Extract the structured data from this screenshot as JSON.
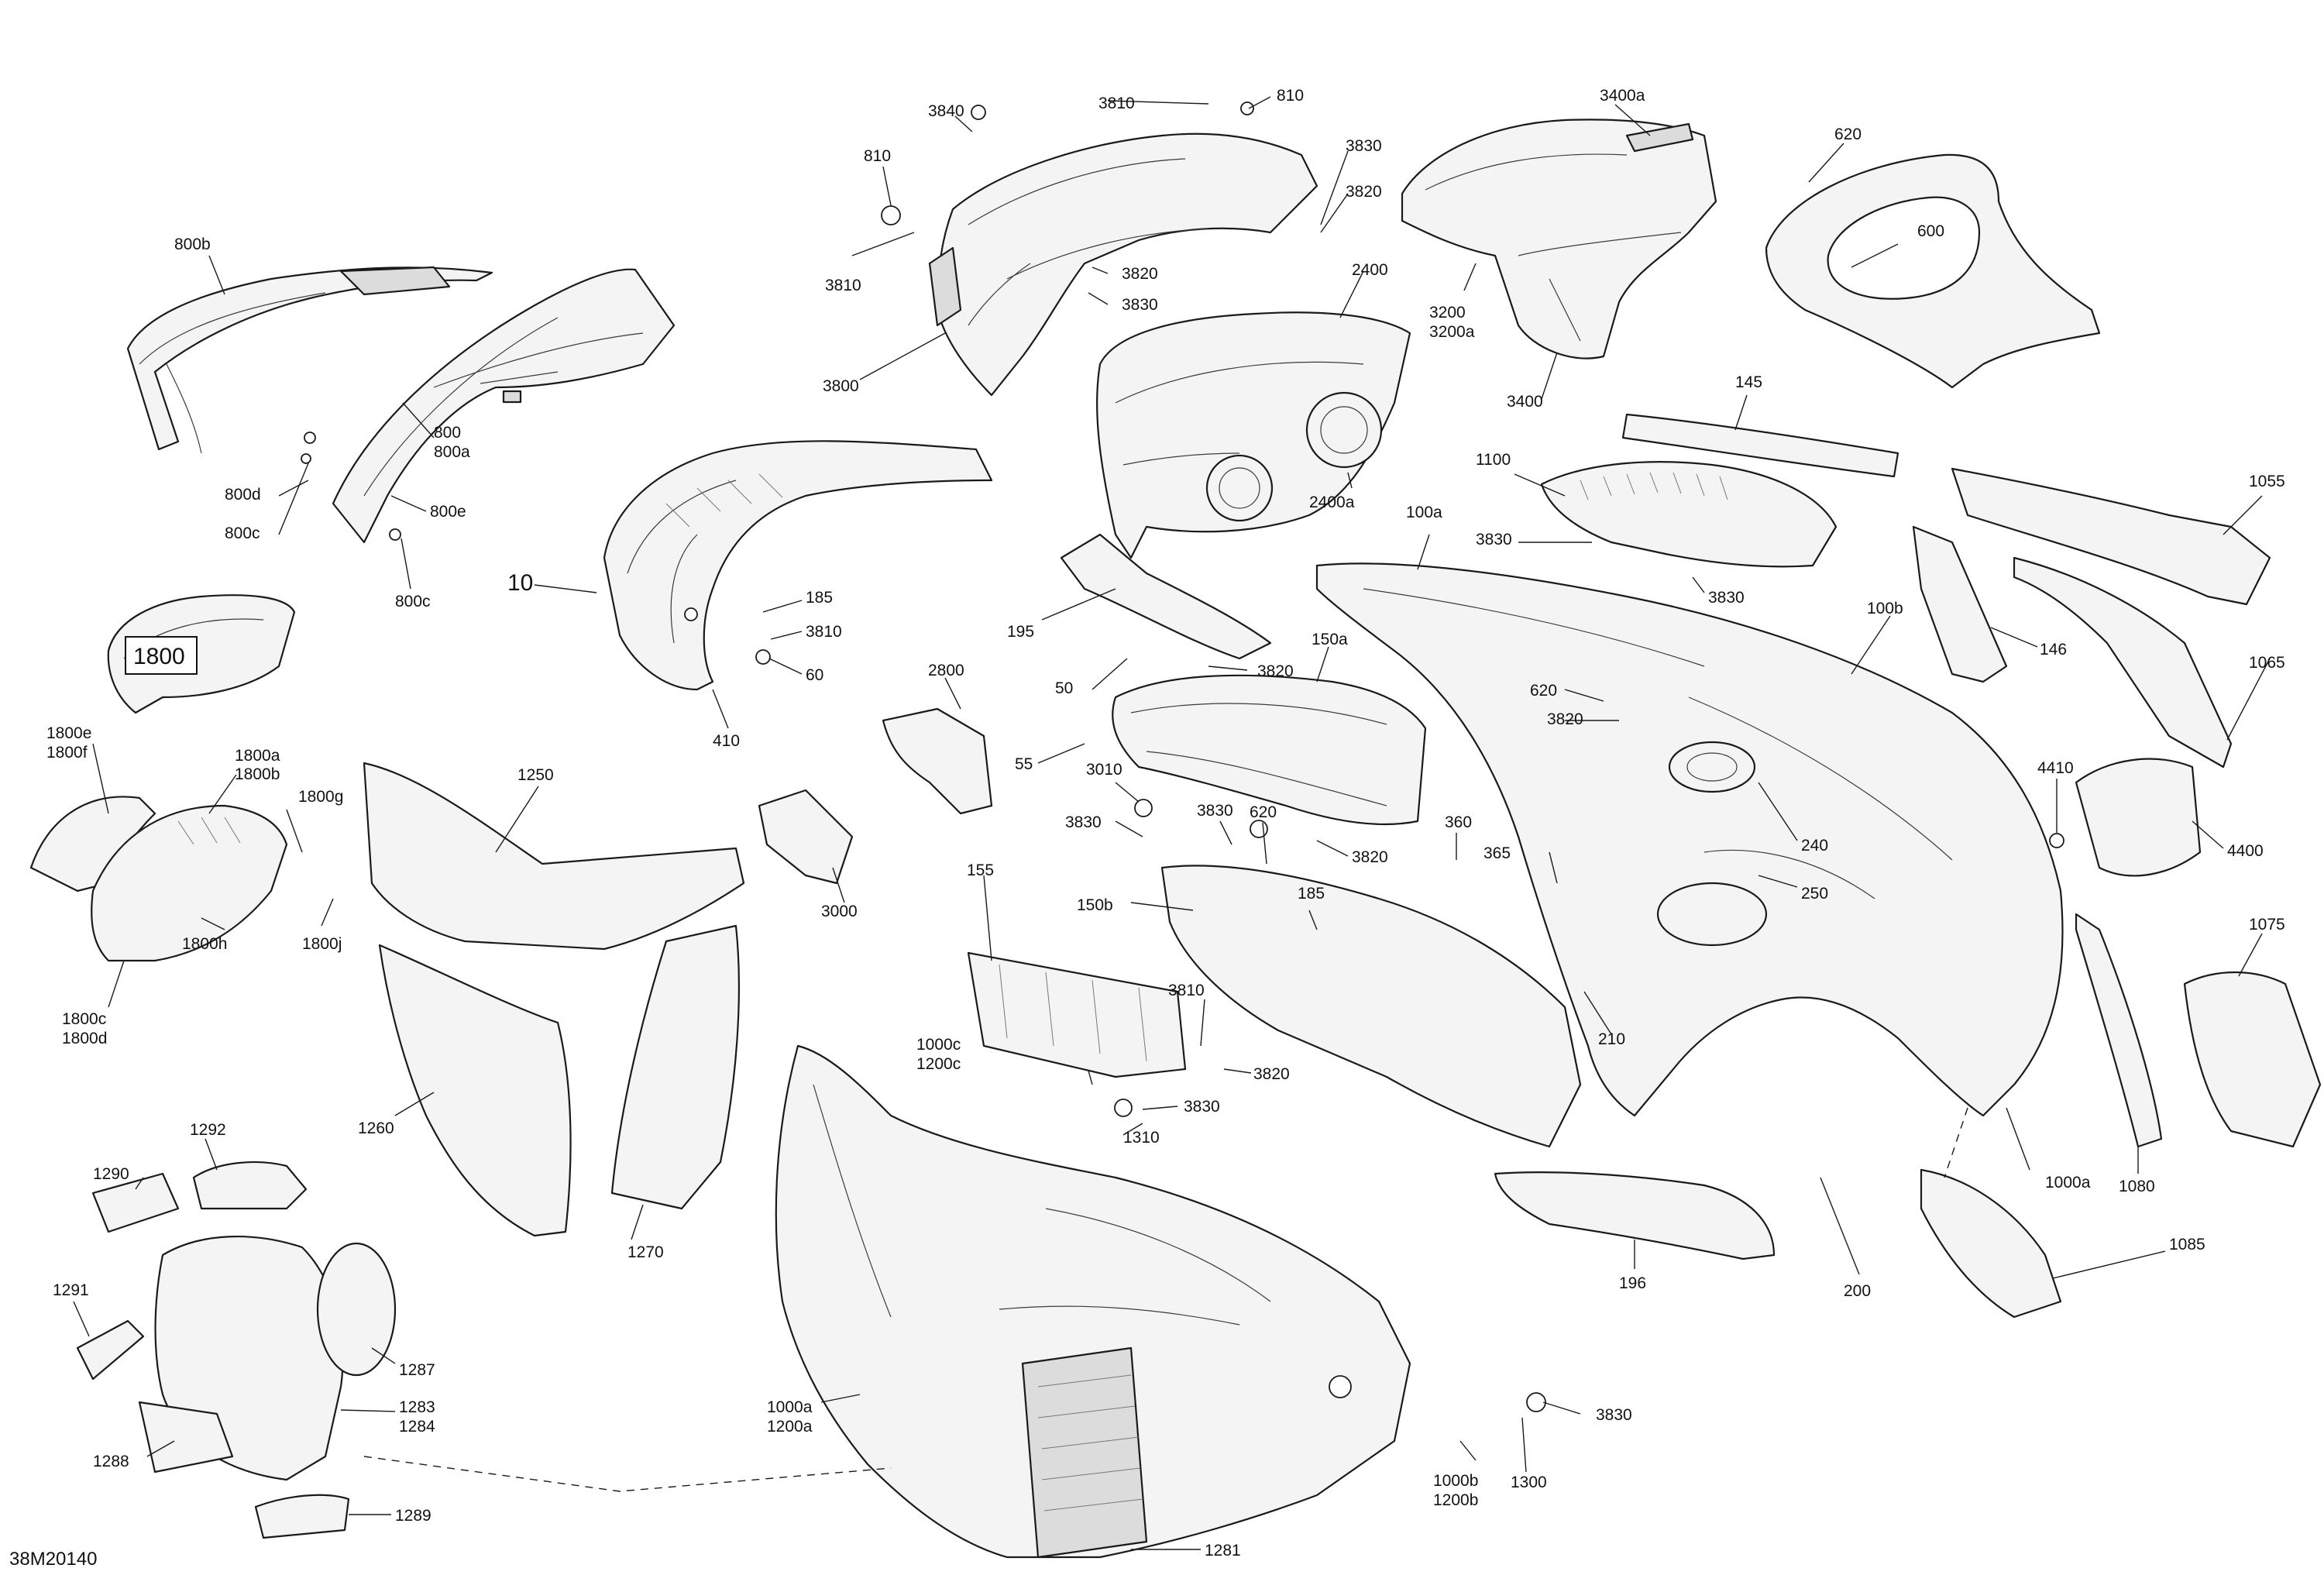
{
  "diagram": {
    "reference": "38M20140",
    "callout_boxed": "1800",
    "labels": {
      "l_800b": "800b",
      "l_800": "800",
      "l_800a": "800a",
      "l_800d": "800d",
      "l_800c_1": "800c",
      "l_800e": "800e",
      "l_800c_2": "800c",
      "l_10": "10",
      "l_185_1": "185",
      "l_3810_1": "3810",
      "l_60": "60",
      "l_410": "410",
      "l_1800e": "1800e",
      "l_1800f": "1800f",
      "l_1800a": "1800a",
      "l_1800b": "1800b",
      "l_1800g": "1800g",
      "l_1800h": "1800h",
      "l_1800j": "1800j",
      "l_1800c": "1800c",
      "l_1800d": "1800d",
      "l_1250": "1250",
      "l_1260": "1260",
      "l_1270": "1270",
      "l_1292": "1292",
      "l_1290": "1290",
      "l_1291": "1291",
      "l_1287": "1287",
      "l_1283": "1283",
      "l_1284": "1284",
      "l_1288": "1288",
      "l_1289": "1289",
      "l_3840": "3840",
      "l_3810_2": "3810",
      "l_810_1": "810",
      "l_810_2": "810",
      "l_3830_1": "3830",
      "l_3820_1": "3820",
      "l_3810_3": "3810",
      "l_3820_2": "3820",
      "l_3830_2": "3830",
      "l_3800": "3800",
      "l_2400": "2400",
      "l_2400a": "2400a",
      "l_3400a": "3400a",
      "l_3200": "3200",
      "l_3200a": "3200a",
      "l_3400": "3400",
      "l_620_1": "620",
      "l_600": "600",
      "l_145": "145",
      "l_1100": "1100",
      "l_100a": "100a",
      "l_3830_3": "3830",
      "l_3830_4": "3830",
      "l_1055": "1055",
      "l_146": "146",
      "l_1065": "1065",
      "l_195": "195",
      "l_150a": "150a",
      "l_50": "50",
      "l_3820_3": "3820",
      "l_2800": "2800",
      "l_55": "55",
      "l_3010": "3010",
      "l_3830_5": "3830",
      "l_3830_6": "3830",
      "l_620_2": "620",
      "l_3820_4": "3820",
      "l_150b": "150b",
      "l_185_2": "185",
      "l_3000": "3000",
      "l_155": "155",
      "l_3810_4": "3810",
      "l_3820_5": "3820",
      "l_1000c": "1000c",
      "l_1200c": "1200c",
      "l_3830_7": "3830",
      "l_1310": "1310",
      "l_100b": "100b",
      "l_620_3": "620",
      "l_3820_6": "3820",
      "l_360": "360",
      "l_365": "365",
      "l_240": "240",
      "l_250": "250",
      "l_210": "210",
      "l_4410": "4410",
      "l_4400": "4400",
      "l_1075": "1075",
      "l_1000a_1": "1000a",
      "l_1080": "1080",
      "l_1085": "1085",
      "l_196": "196",
      "l_200": "200",
      "l_1000a_2": "1000a",
      "l_1200a": "1200a",
      "l_1000b": "1000b",
      "l_1200b": "1200b",
      "l_1300": "1300",
      "l_3830_8": "3830",
      "l_1281": "1281"
    }
  }
}
